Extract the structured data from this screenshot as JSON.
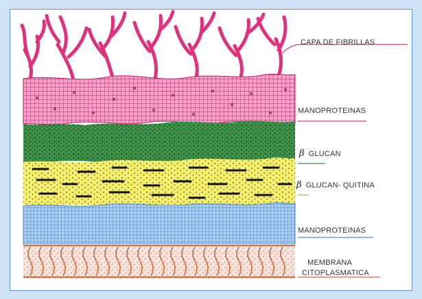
{
  "labels": {
    "fibrils": "CAPA DE FIBRILLAS",
    "mannoproteins_top": "MANOPROTEINAS",
    "beta_symbol": "β",
    "glucan": "GLUCAN",
    "glucan_chitin": "GLUCAN- QUITINA",
    "mannoproteins_bottom": "MANOPROTEINAS",
    "membrane_line1": "MEMBRANA",
    "membrane_line2": "CITOPLASMATICA"
  },
  "colors": {
    "fibrils": "#e8307a",
    "mannoproteins_top": "#e8439a",
    "glucan": "#2f8a3c",
    "glucan_chitin": "#f3ec63",
    "mannoproteins_bottom": "#7fb2e2",
    "membrane": "#d98a6a",
    "leader_pink": "#d23a7c",
    "leader_green": "#3a8a44",
    "leader_yellow": "#b8a93a",
    "leader_blue": "#4d85cc",
    "leader_orange": "#d2693f"
  }
}
